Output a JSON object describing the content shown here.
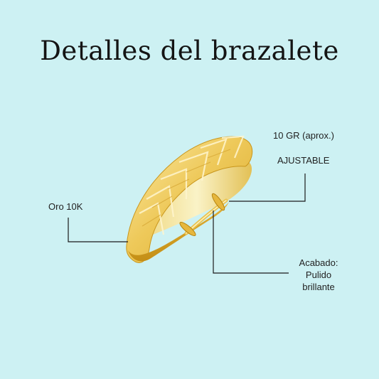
{
  "title": "Detalles del brazalete",
  "labels": {
    "weight": "10 GR (aprox.)",
    "adjustable": "AJUSTABLE",
    "gold": "Oro 10K",
    "finish_line1": "Acabado:",
    "finish_line2": "Pulido",
    "finish_line3": "brillante"
  },
  "colors": {
    "background": "#cdf1f3",
    "gold_light": "#f7df8a",
    "gold_mid": "#e9c24e",
    "gold_dark": "#c9961c",
    "line": "#1b1b1b"
  }
}
